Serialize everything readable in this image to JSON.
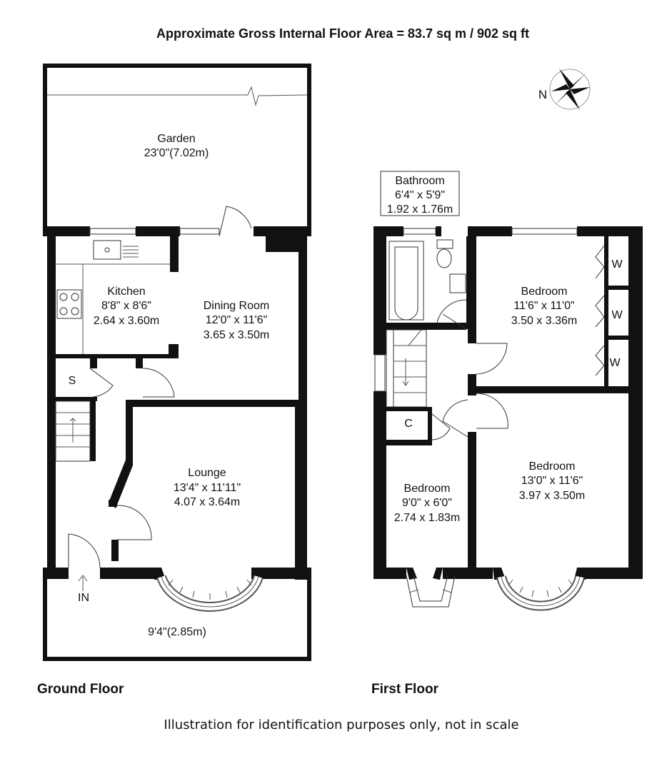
{
  "header": {
    "area_text": "Approximate Gross Internal Floor Area =  83.7 sq m / 902 sq ft"
  },
  "compass": {
    "label": "N"
  },
  "ground_floor": {
    "title": "Ground Floor",
    "garden": {
      "name": "Garden",
      "dims": "23'0\"(7.02m)"
    },
    "kitchen": {
      "name": "Kitchen",
      "imperial": "8'8\" x 8'6\"",
      "metric": "2.64 x 3.60m"
    },
    "dining": {
      "name": "Dining Room",
      "imperial": "12'0\" x 11'6\"",
      "metric": "3.65 x 3.50m"
    },
    "lounge": {
      "name": "Lounge",
      "imperial": "13'4\" x 11'11\"",
      "metric": "4.07 x 3.64m"
    },
    "store_label": "S",
    "entry_label": "IN",
    "front_dims": "9'4\"(2.85m)"
  },
  "first_floor": {
    "title": "First Floor",
    "bathroom": {
      "name": "Bathroom",
      "imperial": "6'4\" x 5'9\"",
      "metric": "1.92 x 1.76m"
    },
    "bedroom1": {
      "name": "Bedroom",
      "imperial": "11'6\" x 11'0\"",
      "metric": "3.50 x 3.36m"
    },
    "bedroom2": {
      "name": "Bedroom",
      "imperial": "13'0\" x 11'6\"",
      "metric": "3.97 x 3.50m"
    },
    "bedroom3": {
      "name": "Bedroom",
      "imperial": "9'0\" x 6'0\"",
      "metric": "2.74 x 1.83m"
    },
    "cupboard_label": "C",
    "wardrobe_label": "W"
  },
  "footer": {
    "disclaimer": "Illustration for identification purposes only, not in scale"
  }
}
